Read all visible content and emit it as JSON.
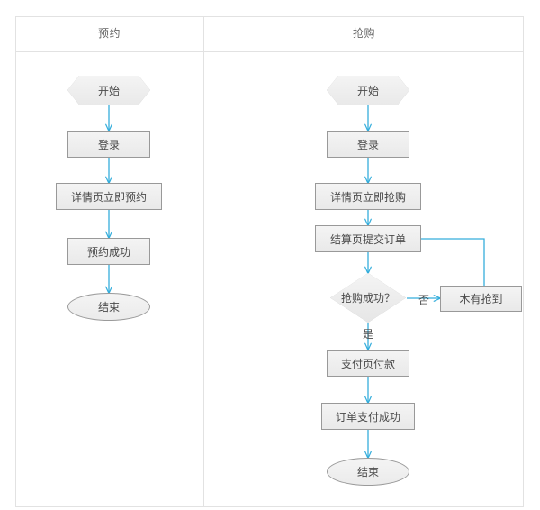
{
  "diagram": {
    "accent_color": "#35AEDC",
    "node_fill": "#efefef",
    "node_border": "#999999",
    "frame_border": "#e2e2e2",
    "columns": [
      {
        "header": "预约"
      },
      {
        "header": "抢购"
      }
    ],
    "left_flow": {
      "nodes": [
        {
          "id": "l-start",
          "label": "开始",
          "shape": "hexagon"
        },
        {
          "id": "l-login",
          "label": "登录",
          "shape": "process"
        },
        {
          "id": "l-detail",
          "label": "详情页立即预约",
          "shape": "process"
        },
        {
          "id": "l-success",
          "label": "预约成功",
          "shape": "process"
        },
        {
          "id": "l-end",
          "label": "结束",
          "shape": "terminator"
        }
      ],
      "edges": [
        {
          "from": "l-start",
          "to": "l-login",
          "label": ""
        },
        {
          "from": "l-login",
          "to": "l-detail",
          "label": ""
        },
        {
          "from": "l-detail",
          "to": "l-success",
          "label": ""
        },
        {
          "from": "l-success",
          "to": "l-end",
          "label": ""
        }
      ]
    },
    "right_flow": {
      "nodes": [
        {
          "id": "r-start",
          "label": "开始",
          "shape": "hexagon"
        },
        {
          "id": "r-login",
          "label": "登录",
          "shape": "process"
        },
        {
          "id": "r-detail",
          "label": "详情页立即抢购",
          "shape": "process"
        },
        {
          "id": "r-submit",
          "label": "结算页提交订单",
          "shape": "process"
        },
        {
          "id": "r-decide",
          "label": "抢购成功？",
          "shape": "decision"
        },
        {
          "id": "r-fail",
          "label": "木有抢到",
          "shape": "process"
        },
        {
          "id": "r-pay",
          "label": "支付页付款",
          "shape": "process"
        },
        {
          "id": "r-paid",
          "label": "订单支付成功",
          "shape": "process"
        },
        {
          "id": "r-end",
          "label": "结束",
          "shape": "terminator"
        }
      ],
      "edges": [
        {
          "from": "r-start",
          "to": "r-login",
          "label": ""
        },
        {
          "from": "r-login",
          "to": "r-detail",
          "label": ""
        },
        {
          "from": "r-detail",
          "to": "r-submit",
          "label": ""
        },
        {
          "from": "r-submit",
          "to": "r-decide",
          "label": ""
        },
        {
          "from": "r-decide",
          "to": "r-fail",
          "label": "否"
        },
        {
          "from": "r-decide",
          "to": "r-pay",
          "label": "是"
        },
        {
          "from": "r-fail",
          "to": "r-submit",
          "label": ""
        },
        {
          "from": "r-pay",
          "to": "r-paid",
          "label": ""
        },
        {
          "from": "r-paid",
          "to": "r-end",
          "label": ""
        }
      ]
    }
  }
}
